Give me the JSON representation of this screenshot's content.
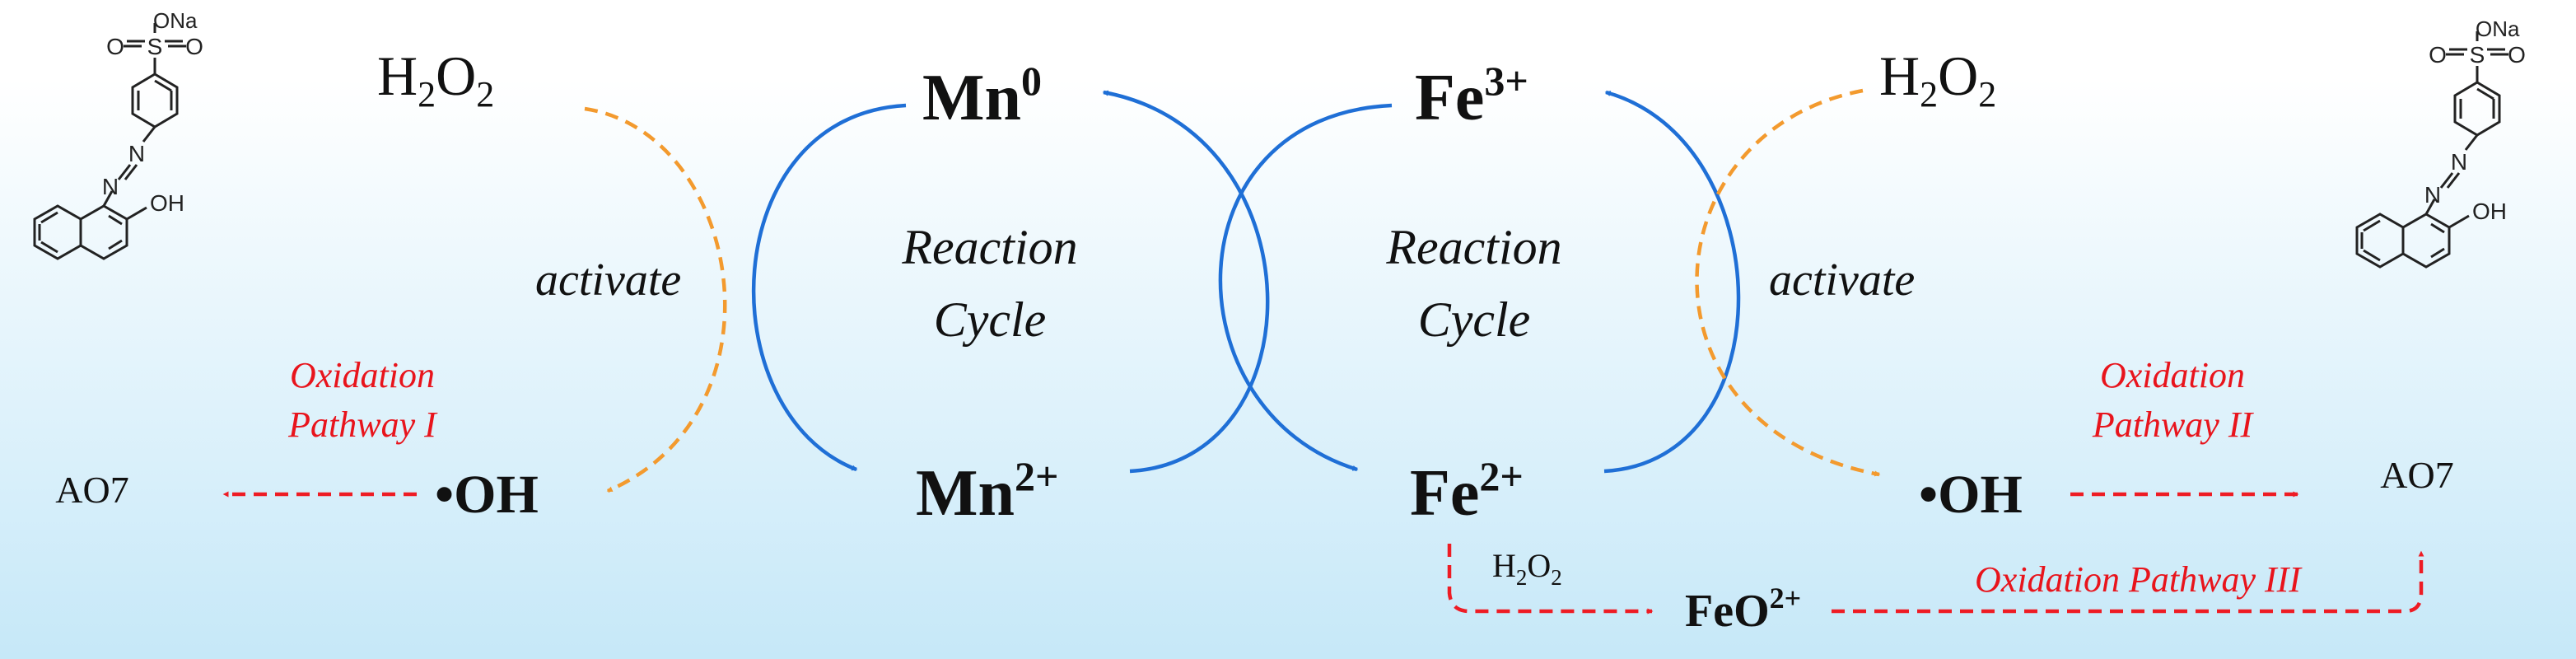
{
  "colors": {
    "bg_top": "#ffffff",
    "bg_bottom": "#c6e8f8",
    "cycle_arrow": "#1f6fd6",
    "activate_arrow": "#f39a2e",
    "pathway_arrow": "#ee1c24",
    "pathway_text": "#e8141c",
    "text": "#111111"
  },
  "icons": [
    "ao7-structure",
    "blue-cycle-arrow",
    "orange-dashed-arrow",
    "red-dashed-arrow"
  ],
  "labels": {
    "h2o2_left": {
      "base": "H",
      "sub1": "2",
      "mid": "O",
      "sub2": "2"
    },
    "h2o2_right": {
      "base": "H",
      "sub1": "2",
      "mid": "O",
      "sub2": "2"
    },
    "h2o2_small": {
      "base": "H",
      "sub1": "2",
      "mid": "O",
      "sub2": "2"
    },
    "mn0": {
      "base": "Mn",
      "sup": "0"
    },
    "mn2": {
      "base": "Mn",
      "sup": "2+"
    },
    "fe3": {
      "base": "Fe",
      "sup": "3+"
    },
    "fe2": {
      "base": "Fe",
      "sup": "2+"
    },
    "feo2": {
      "base": "FeO",
      "sup": "2+"
    },
    "oh_left": "•OH",
    "oh_right": "•OH",
    "activate_left": "activate",
    "activate_right": "activate",
    "cycle_left": {
      "line1": "Reaction",
      "line2": "Cycle"
    },
    "cycle_right": {
      "line1": "Reaction",
      "line2": "Cycle"
    },
    "pathway1": {
      "line1": "Oxidation",
      "line2": "Pathway I"
    },
    "pathway2": {
      "line1": "Oxidation",
      "line2": "Pathway II"
    },
    "pathway3": "Oxidation Pathway III",
    "ao7_left": "AO7",
    "ao7_right": "AO7"
  },
  "molecule": {
    "na_group": "ONa",
    "sulfur": "S",
    "oxygen_left": "O",
    "oxygen_right": "O",
    "n_top": "N",
    "n_bottom": "N",
    "hydroxyl": "OH"
  }
}
